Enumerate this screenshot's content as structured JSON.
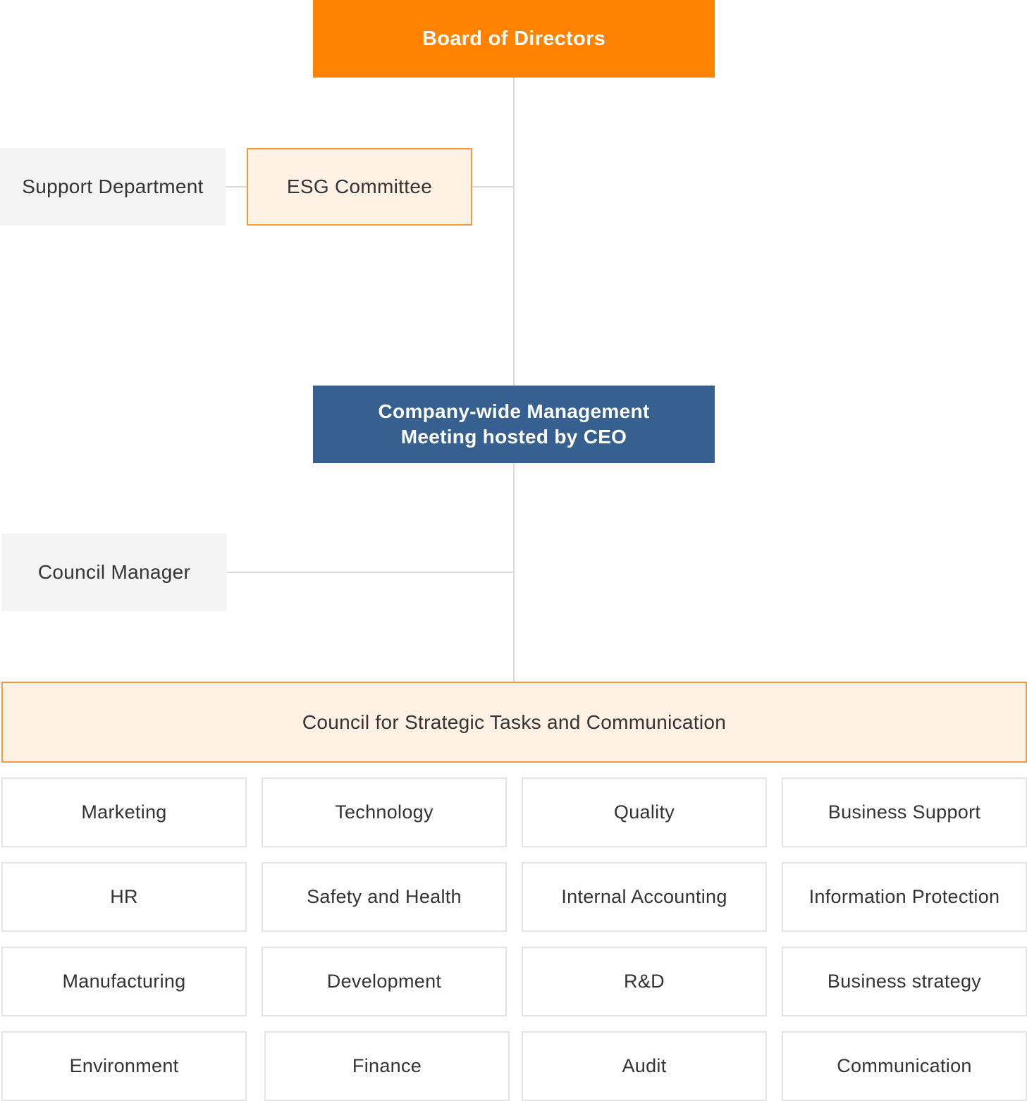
{
  "board": {
    "label": "Board of Directors"
  },
  "support": {
    "label": "Support Department"
  },
  "esg": {
    "label": "ESG Committee"
  },
  "ceo": {
    "line1": "Company-wide Management",
    "line2": "Meeting hosted by CEO"
  },
  "council_manager": {
    "label": "Council Manager"
  },
  "council": {
    "label": "Council for Strategic Tasks and Communication"
  },
  "members": [
    "Marketing",
    "Technology",
    "Quality",
    "Business Support",
    "HR",
    "Safety and Health",
    "Internal Accounting",
    "Information Protection",
    "Manufacturing",
    "Development",
    "R&D",
    "Business strategy",
    "Environment",
    "Finance",
    "Audit",
    "Communication"
  ],
  "colors": {
    "board": "#ff8200",
    "ceo": "#36608f",
    "committee_fill": "#fff1e4",
    "committee_border": "#f39a3d",
    "support_fill": "#f4f4f4",
    "connector": "#d9d9d9"
  }
}
